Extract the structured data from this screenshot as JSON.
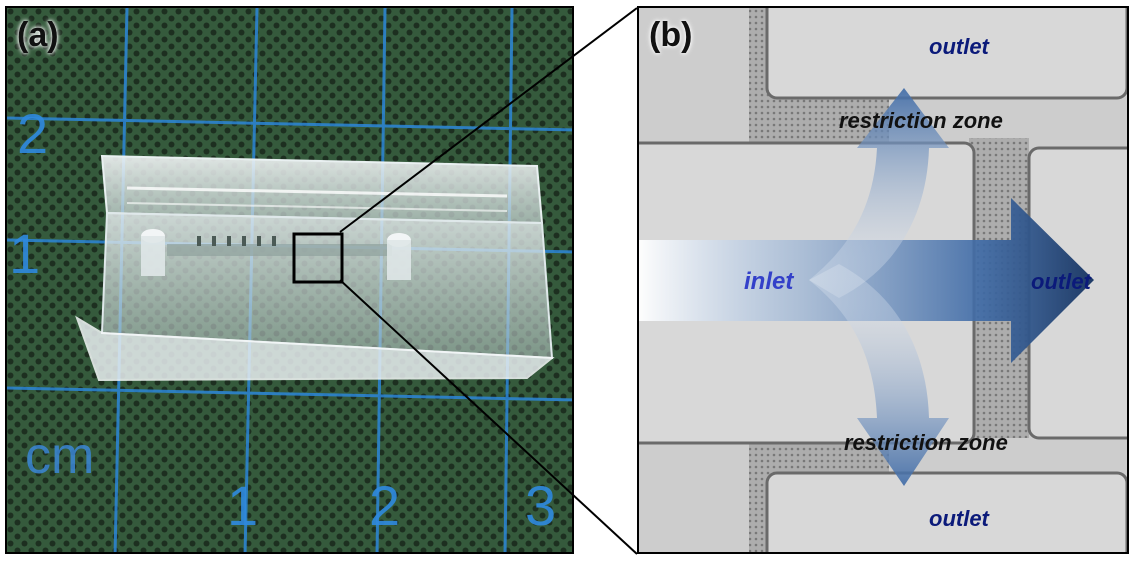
{
  "panel_a": {
    "label": "(a)",
    "ruler": {
      "vertical_ticks": [
        "2",
        "1"
      ],
      "horizontal_ticks": [
        "1",
        "2",
        "3"
      ],
      "unit": "cm"
    }
  },
  "panel_b": {
    "label": "(b)",
    "labels": {
      "outlet_top": "outlet",
      "restriction_top": "restriction zone",
      "inlet": "inlet",
      "outlet_right": "outlet",
      "restriction_bottom": "restriction zone",
      "outlet_bottom": "outlet"
    }
  }
}
